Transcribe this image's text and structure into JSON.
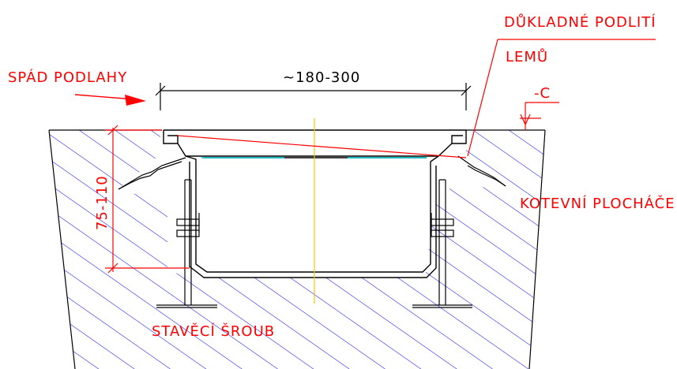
{
  "labels": {
    "floor_slope": "SPÁD PODLAHY",
    "width_dim": "~180-300",
    "height_dim": "75-110",
    "thorough_grouting": "DŮKLADNÉ PODLITÍ",
    "edges": "LEMŮ",
    "level_mark": "-C",
    "anchor_plates": "KOTEVNÍ PLOCHÁČE",
    "leveling_screw": "STAVĚCÍ ŠROUB"
  },
  "colors": {
    "red": "#ff0000",
    "black": "#000000",
    "blue_hatch": "#0000ff",
    "axis_yellow": "#ffc000",
    "cyan_water": "#00c8d0",
    "background": "#ffffff"
  }
}
